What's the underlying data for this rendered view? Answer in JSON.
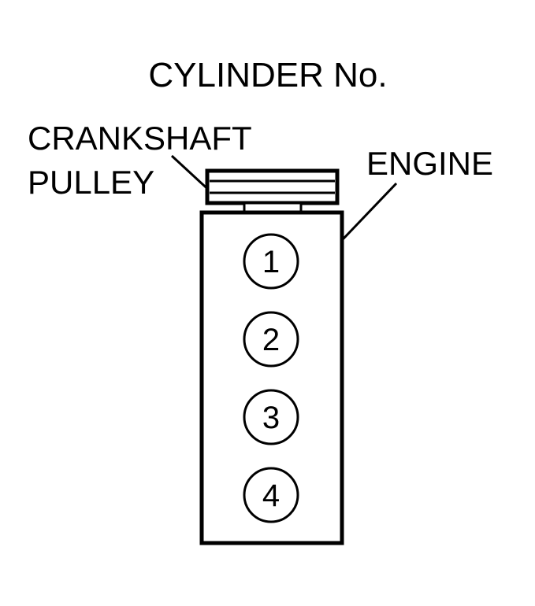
{
  "diagram": {
    "title": "CYLINDER No.",
    "labels": {
      "crankshaft_pulley_line1": "CRANKSHAFT",
      "crankshaft_pulley_line2": "PULLEY",
      "engine": "ENGINE"
    },
    "cylinders": [
      "1",
      "2",
      "3",
      "4"
    ]
  }
}
